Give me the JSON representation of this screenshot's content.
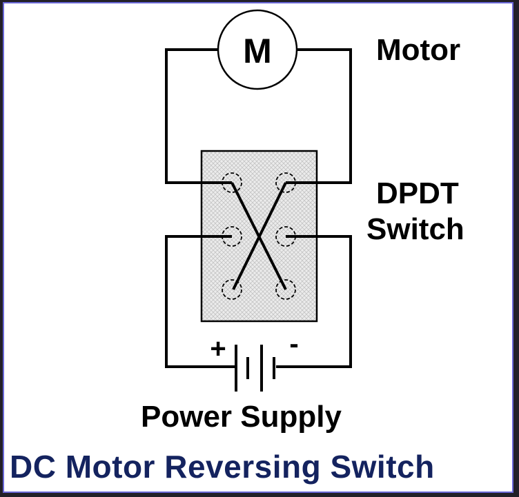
{
  "diagram": {
    "title": "DC Motor Reversing Switch",
    "motor": {
      "symbol": "M",
      "label": "Motor"
    },
    "switch": {
      "label_line1": "DPDT",
      "label_line2": "Switch",
      "terminals": 6
    },
    "power_supply": {
      "label": "Power Supply",
      "positive": "+",
      "negative": "-"
    }
  },
  "colors": {
    "title": "#14235f",
    "frame_border": "#6a68d8",
    "background_outer": "#222028",
    "wire": "#000000",
    "switch_fill": "#e4e4e4"
  }
}
